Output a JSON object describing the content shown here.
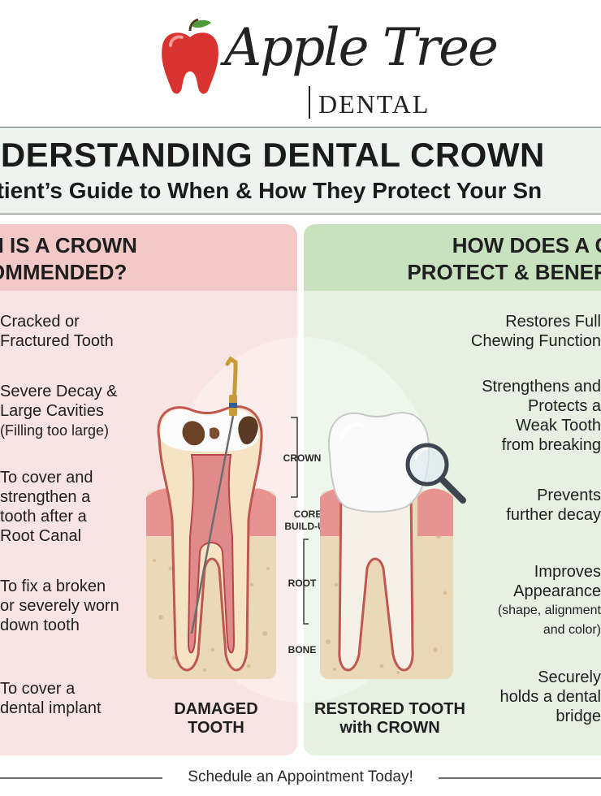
{
  "logo": {
    "brand_script": "Apple Tree",
    "brand_sub": "DENTAL",
    "icon": "apple-tooth-icon",
    "colors": {
      "apple": "#d8332f",
      "leaf": "#4e9a3a"
    }
  },
  "header": {
    "title": "NDERSTANDING DENTAL CROWN",
    "subtitle": "atient’s Guide to When & How They Protect Your Sn"
  },
  "left_panel": {
    "heading_line1": "N IS A CROWN",
    "heading_line2": "OMMENDED?",
    "items": [
      {
        "line1": "Cracked or",
        "line2": "Fractured Tooth"
      },
      {
        "line1": "Severe Decay &",
        "line2": "Large Cavities",
        "line3": "(Filling too large)"
      },
      {
        "line1": "To cover and",
        "line2": "strengthen a",
        "line3": "tooth after a",
        "line4": "Root Canal"
      },
      {
        "line1": "To fix a broken",
        "line2": "or severely worn",
        "line3": "down tooth"
      },
      {
        "line1": "To cover a",
        "line2": "dental implant"
      }
    ],
    "caption_line1": "DAMAGED",
    "caption_line2": "TOOTH",
    "colors": {
      "panel": "#f8e4e2",
      "heading": "#f2c9c7"
    }
  },
  "right_panel": {
    "heading_line1": "HOW DOES A CR",
    "heading_line2": "PROTECT & BENEFIT",
    "items": [
      {
        "line1": "Restores Full",
        "line2": "Chewing Function"
      },
      {
        "line1": "Strengthens and",
        "line2": "Protects a",
        "line3": "Weak Tooth",
        "line4": "from breaking"
      },
      {
        "line1": "Prevents",
        "line2": "further decay"
      },
      {
        "line1": "Improves",
        "line2": "Appearance",
        "line3": "(shape, alignment",
        "line4": "and color)"
      },
      {
        "line1": "Securely",
        "line2": "holds a dental",
        "line3": "bridge"
      }
    ],
    "caption_line1": "RESTORED TOOTH",
    "caption_line2": "with CROWN",
    "colors": {
      "panel": "#e6f1e2",
      "heading": "#c8e2c0"
    }
  },
  "diagram": {
    "labels": {
      "crown": "CROWN",
      "core1": "CORE",
      "core2": "BUILD-UP",
      "root": "ROOT",
      "bone": "BONE"
    },
    "icons": [
      "endodontic-file-icon",
      "magnifying-glass-icon"
    ]
  },
  "footer": {
    "cta": "Schedule an Appointment Today!"
  }
}
